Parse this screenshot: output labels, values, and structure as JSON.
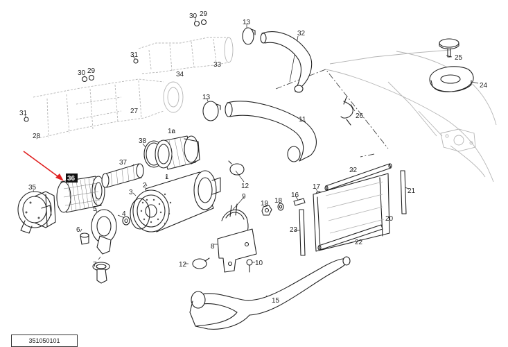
{
  "diagram": {
    "drawing_code": "351050101",
    "highlighted_part": "36",
    "colors": {
      "ink": "#222222",
      "ghost": "#b5b5b5",
      "highlight": "#111111",
      "arrow": "#e02020"
    },
    "callouts": {
      "c1": "1",
      "c1a": "1a",
      "c2": "2",
      "c3": "3",
      "c4": "4",
      "c5": "5",
      "c6": "6",
      "c7": "7",
      "c8": "8",
      "c9": "9",
      "c10": "10",
      "c11": "11",
      "c12a": "12",
      "c12b": "12",
      "c13a": "13",
      "c13b": "13",
      "c15": "15",
      "c16": "16",
      "c17": "17",
      "c18": "18",
      "c19": "19",
      "c20": "20",
      "c21": "21",
      "c22a": "22",
      "c22b": "22",
      "c23": "23",
      "c24": "24",
      "c25": "25",
      "c26": "26",
      "c27": "27",
      "c28": "28",
      "c29a": "29",
      "c29b": "29",
      "c30a": "30",
      "c30b": "30",
      "c31a": "31",
      "c31b": "31",
      "c32": "32",
      "c33": "33",
      "c34": "34",
      "c35": "35",
      "c36": "36",
      "c37": "37",
      "c38": "38"
    }
  }
}
